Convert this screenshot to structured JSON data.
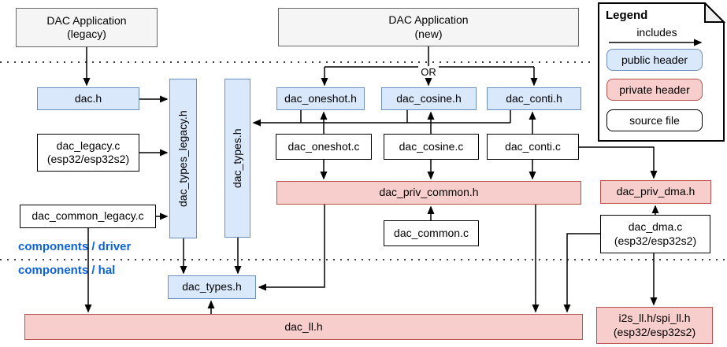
{
  "apps": {
    "legacy": {
      "line1": "DAC Application",
      "line2": "(legacy)"
    },
    "new": {
      "line1": "DAC Application",
      "line2": "(new)"
    }
  },
  "or_label": "OR",
  "layer_labels": {
    "driver": "components / driver",
    "hal": "components / hal"
  },
  "boxes": {
    "dac_h": {
      "label": "dac.h",
      "type": "public header"
    },
    "dac_types_legacy_h": {
      "label": "dac_types_legacy.h",
      "type": "public header"
    },
    "dac_types_h_driver": {
      "label": "dac_types.h",
      "type": "public header"
    },
    "dac_oneshot_h": {
      "label": "dac_oneshot.h",
      "type": "public header"
    },
    "dac_cosine_h": {
      "label": "dac_cosine.h",
      "type": "public header"
    },
    "dac_conti_h": {
      "label": "dac_conti.h",
      "type": "public header"
    },
    "dac_legacy_c": {
      "label": "dac_legacy.c",
      "sublabel": "(esp32/esp32s2)",
      "type": "source file"
    },
    "dac_oneshot_c": {
      "label": "dac_oneshot.c",
      "type": "source file"
    },
    "dac_cosine_c": {
      "label": "dac_cosine.c",
      "type": "source file"
    },
    "dac_conti_c": {
      "label": "dac_conti.c",
      "type": "source file"
    },
    "dac_common_legacy_c": {
      "label": "dac_common_legacy.c",
      "type": "source file"
    },
    "dac_priv_common_h": {
      "label": "dac_priv_common.h",
      "type": "private header"
    },
    "dac_common_c": {
      "label": "dac_common.c",
      "type": "source file"
    },
    "dac_priv_dma_h": {
      "label": "dac_priv_dma.h",
      "type": "private header"
    },
    "dac_dma_c": {
      "label": "dac_dma.c",
      "sublabel": "(esp32/esp32s2)",
      "type": "source file"
    },
    "dac_types_h_hal": {
      "label": "dac_types.h",
      "type": "public header"
    },
    "dac_ll_h": {
      "label": "dac_ll.h",
      "type": "private header"
    },
    "i2s_spi_ll_h": {
      "label": "i2s_ll.h/spi_ll.h",
      "sublabel": "(esp32/esp32s2)",
      "type": "private header"
    }
  },
  "legend": {
    "title": "Legend",
    "arrow_label": "includes",
    "items": [
      {
        "label": "public header",
        "fill": "#dae8fc",
        "stroke": "#6c8ebf"
      },
      {
        "label": "private header",
        "fill": "#f8cecc",
        "stroke": "#b85450"
      },
      {
        "label": "source file",
        "fill": "#ffffff",
        "stroke": "#000000"
      }
    ]
  },
  "colors": {
    "public_fill": "#dae8fc",
    "public_stroke": "#6c8ebf",
    "private_fill": "#f8cecc",
    "private_stroke": "#b85450",
    "app_fill": "#f5f5f5",
    "app_stroke": "#666666",
    "layer_label_blue": "#0b63d6",
    "connector": "#000000"
  }
}
